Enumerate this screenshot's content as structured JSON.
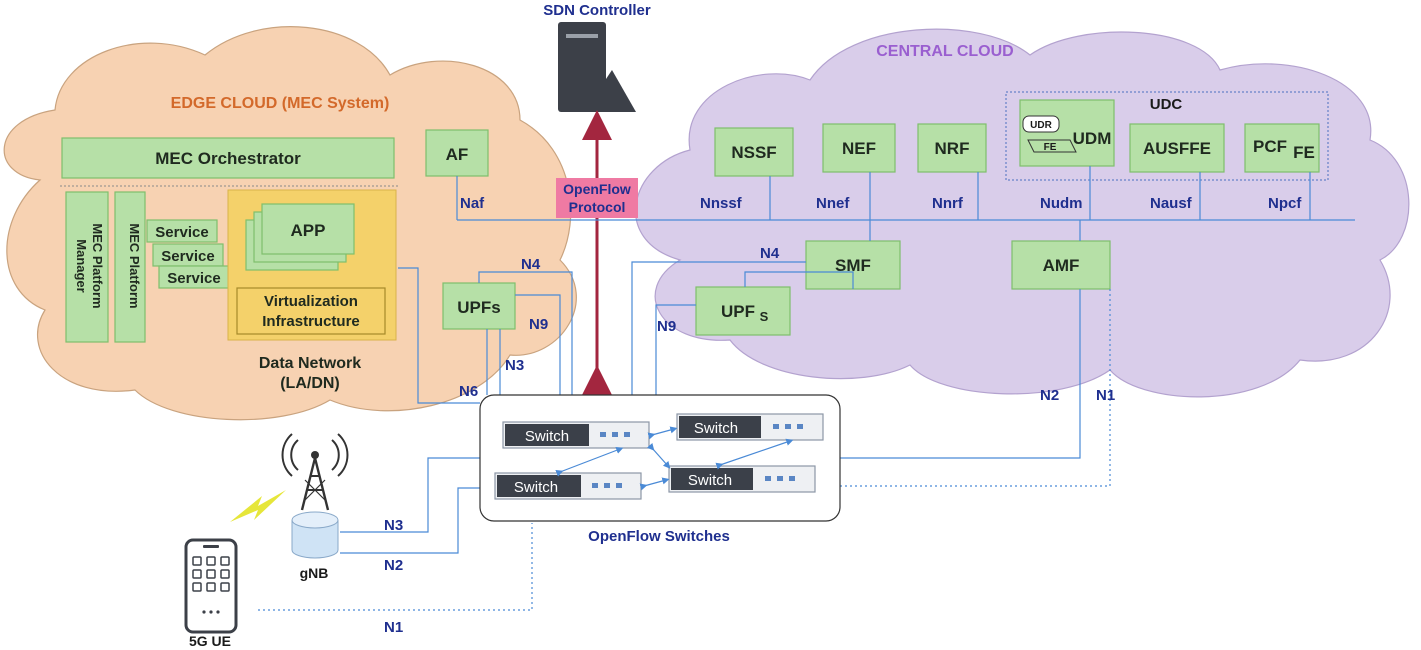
{
  "sdn": {
    "title": "SDN Controller",
    "protocol_line1": "OpenFlow",
    "protocol_line2": "Protocol"
  },
  "edge": {
    "title": "EDGE CLOUD (MEC System)",
    "orchestrator": "MEC Orchestrator",
    "platform_manager_line1": "MEC Platform",
    "platform_manager_line2": "Manager",
    "platform": "MEC Platform",
    "services": [
      "Service",
      "Service",
      "Service"
    ],
    "app": "APP",
    "virt_line1": "Virtualization",
    "virt_line2": "Infrastructure",
    "dn_line1": "Data Network",
    "dn_line2": "(LA/DN)",
    "af": "AF",
    "upf": "UPFs"
  },
  "central": {
    "title": "CENTRAL CLOUD",
    "udc": "UDC",
    "nssf": "NSSF",
    "nef": "NEF",
    "nrf": "NRF",
    "udm": "UDM",
    "udr": "UDR",
    "fe": "FE",
    "ausffe": "AUSFFE",
    "pcf": "PCF",
    "pcf_sub": "FE",
    "smf": "SMF",
    "amf": "AMF",
    "upf": "UPF",
    "upf_sub": "S"
  },
  "interfaces": {
    "naf": "Naf",
    "nnssf": "Nnssf",
    "nnef": "Nnef",
    "nnrf": "Nnrf",
    "nudm": "Nudm",
    "nausf": "Nausf",
    "npcf": "Npcf",
    "n4_edge": "N4",
    "n9_edge": "N9",
    "n3_edge": "N3",
    "n6": "N6",
    "n4_central": "N4",
    "n9_central": "N9",
    "n2_central": "N2",
    "n1_central": "N1",
    "n3_gnb": "N3",
    "n2_gnb": "N2",
    "n1_ue": "N1"
  },
  "switches": {
    "labels": [
      "Switch",
      "Switch",
      "Switch",
      "Switch"
    ],
    "caption": "OpenFlow Switches"
  },
  "gnb": "gNB",
  "ue": "5G UE",
  "colors": {
    "edge_cloud": "#f7d2b2",
    "central_cloud": "#d9cdea",
    "nf_green": "#b6e0a7",
    "link_blue": "#4a8ad6",
    "arrow": "#a3263f"
  }
}
